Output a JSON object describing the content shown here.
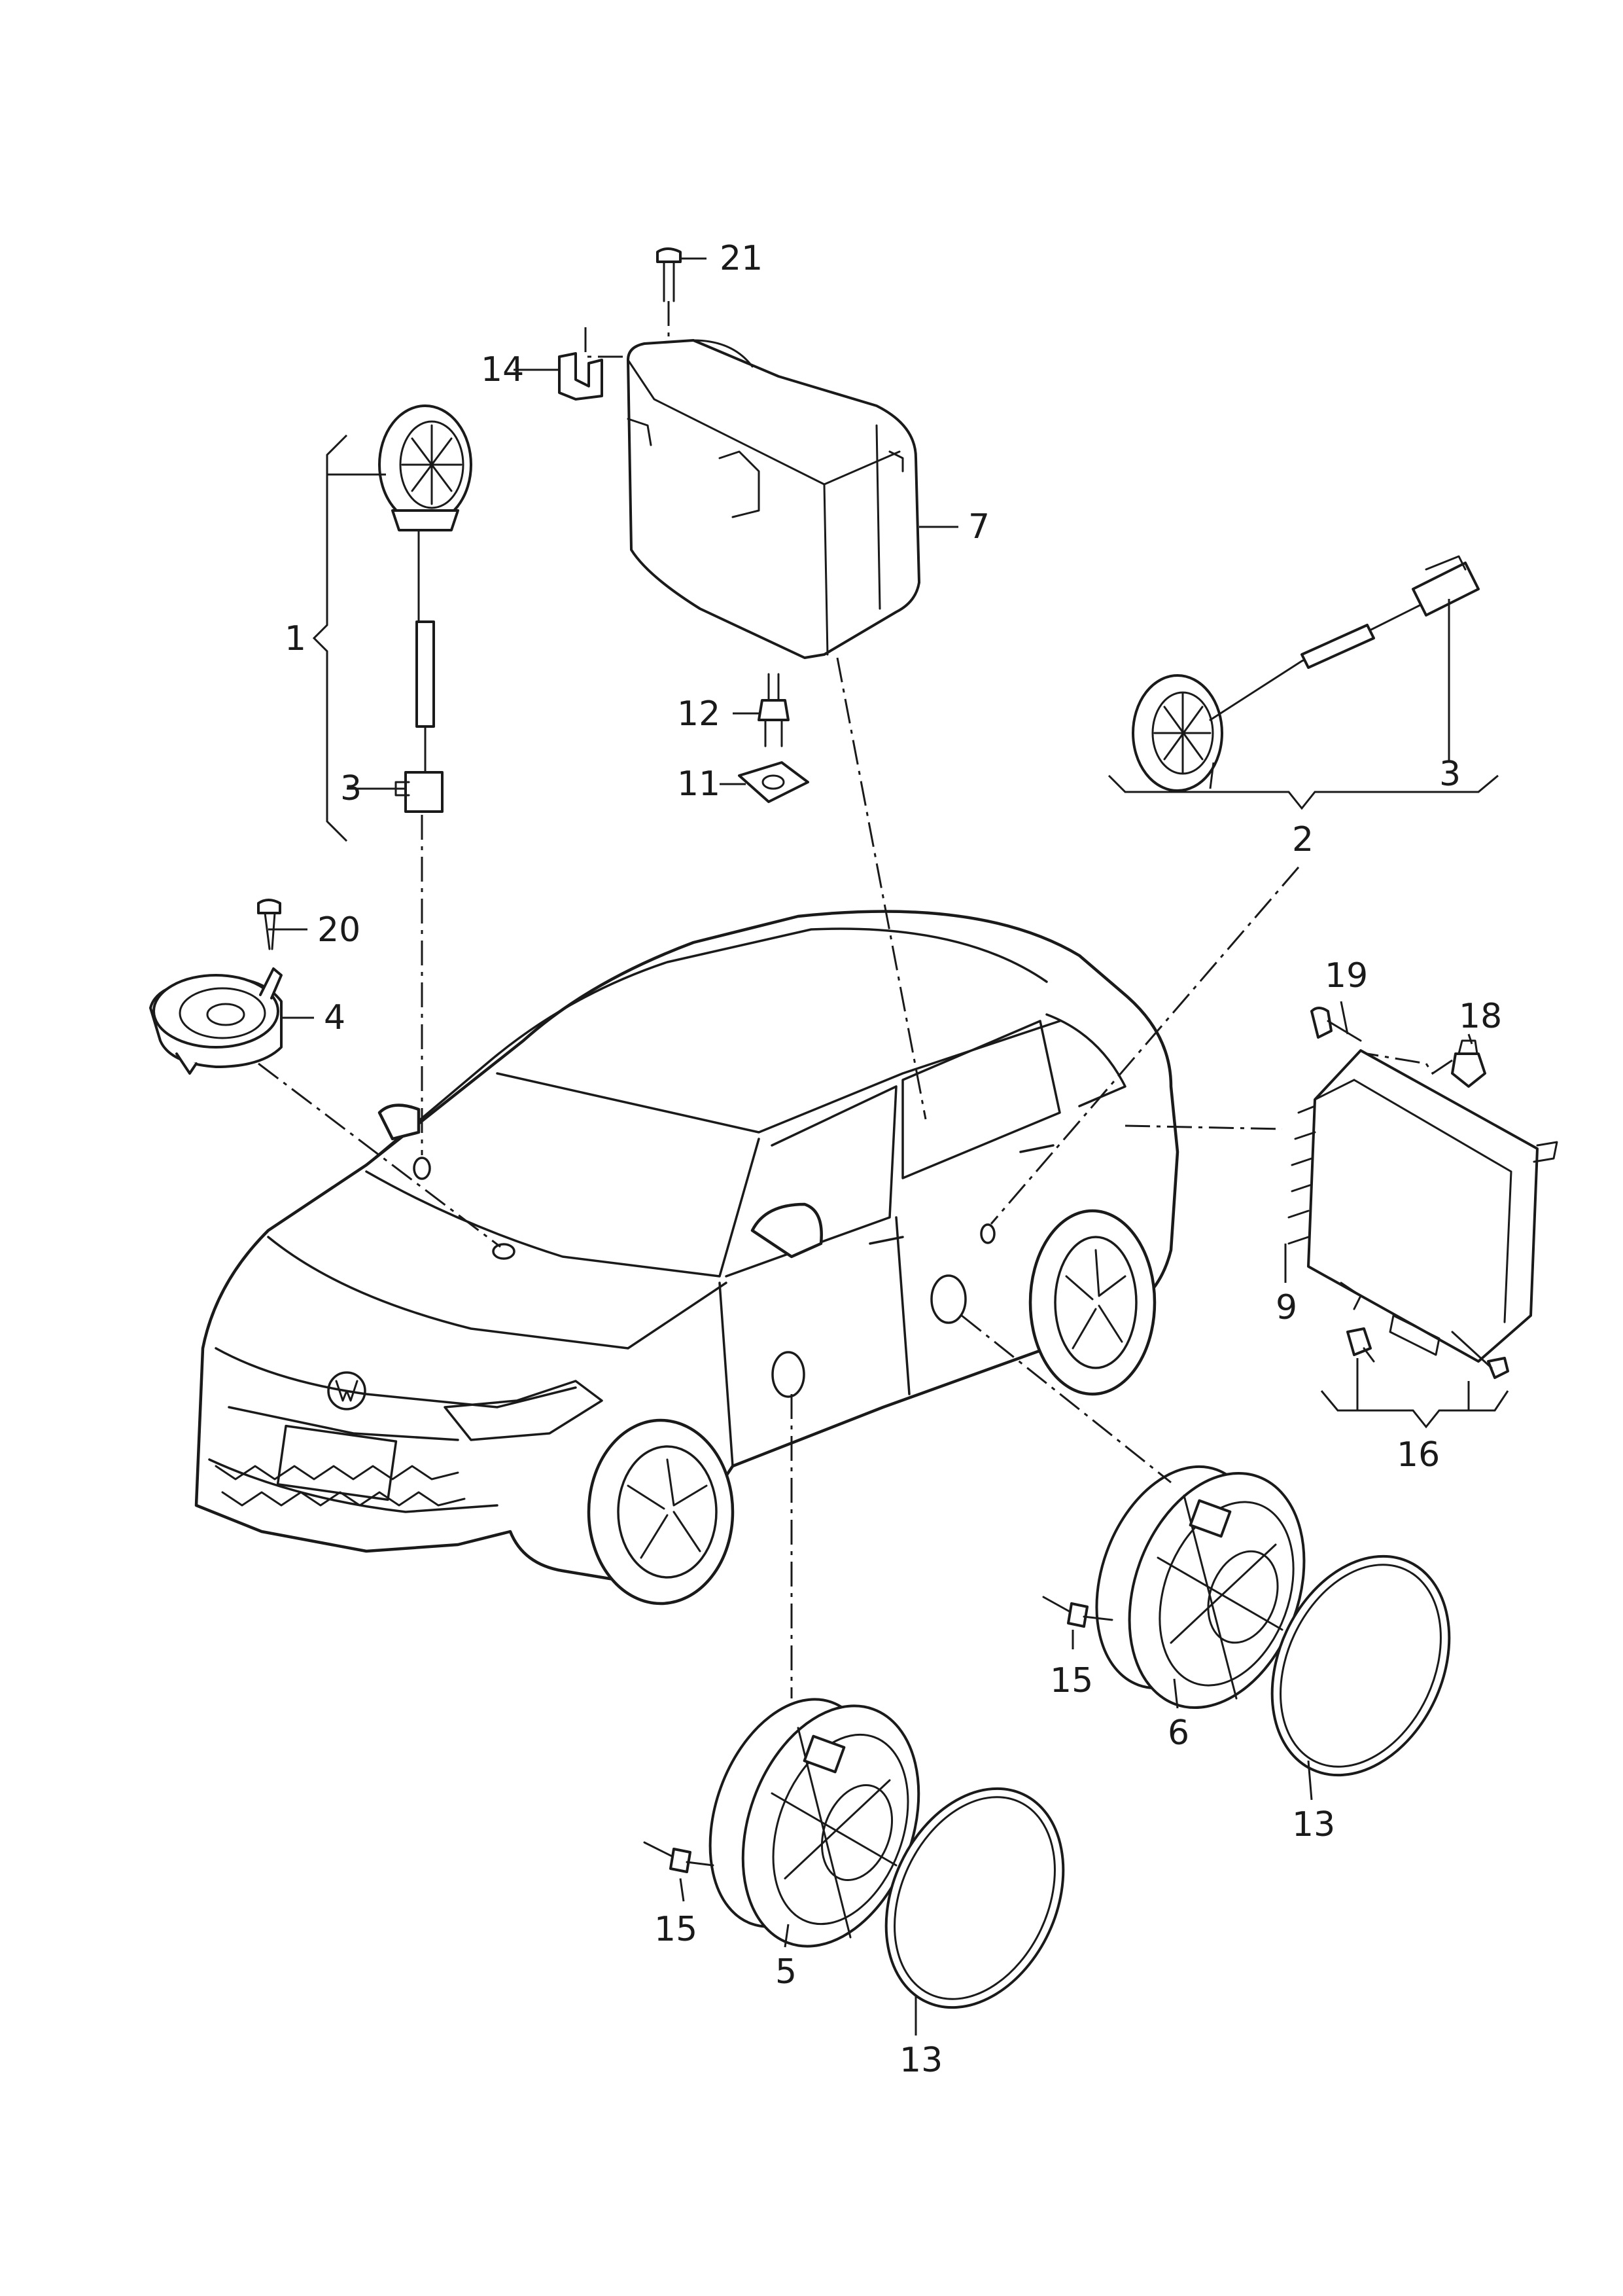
{
  "callouts": {
    "c1": "1",
    "c2": "2",
    "c3a": "3",
    "c3b": "3",
    "c4": "4",
    "c5": "5",
    "c6": "6",
    "c7": "7",
    "c9": "9",
    "c11": "11",
    "c12": "12",
    "c13a": "13",
    "c13b": "13",
    "c14": "14",
    "c15a": "15",
    "c15b": "15",
    "c16": "16",
    "c18": "18",
    "c19": "19",
    "c20": "20",
    "c21": "21"
  },
  "colors": {
    "line": "#1a1a1a",
    "background": "#ffffff"
  }
}
